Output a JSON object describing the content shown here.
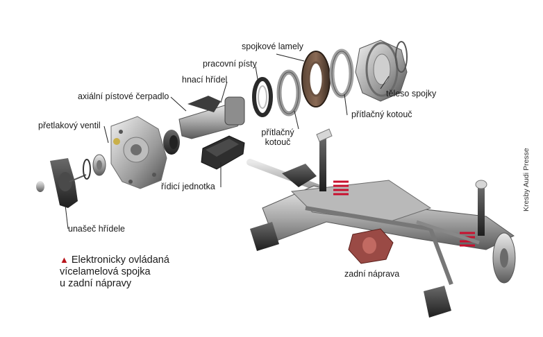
{
  "labels": {
    "spojkove_lamely": "spojkové lamely",
    "pracovni_pisty": "pracovní písty",
    "hnaci_hridel": "hnací hřídel",
    "axialni_cerpadlo": "axiální pístové čerpadlo",
    "pretlakovy_ventil": "přetlakový ventil",
    "tleso_spojky": "těleso spojky",
    "pritlacny_kotouc_right": "přítlačný kotouč",
    "pritlacny_kotouc_center": "přítlačný kotouč",
    "ridici_jednotka": "řídicí jednotka",
    "unasec_hridele": "unašeč hřídele",
    "zadni_naprava": "zadní náprava"
  },
  "caption": {
    "line1": "Elektronicky ovládaná",
    "line2": "vícelamelová spojka",
    "line3": "u zadní nápravy"
  },
  "credit": "Kresby Audi Presse",
  "colors": {
    "accent_red": "#b8141b",
    "metal_light": "#c9c9c9",
    "metal_dark": "#3a3a3a",
    "spring_red": "#c8102e"
  }
}
